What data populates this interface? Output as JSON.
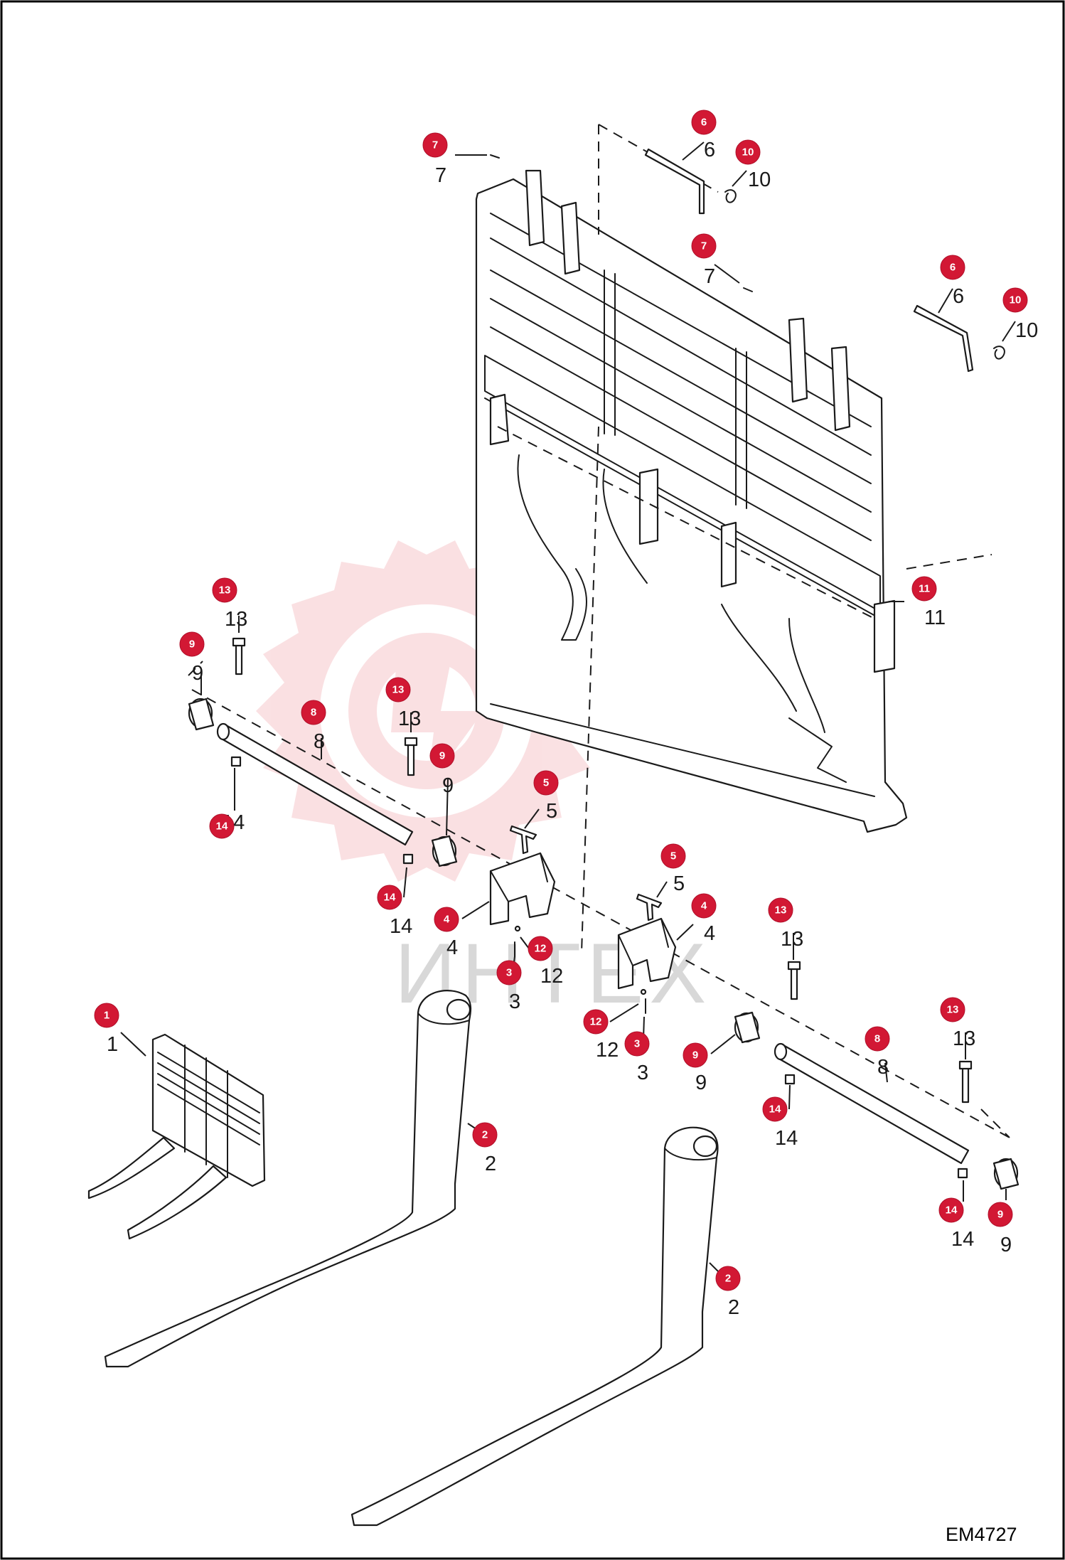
{
  "diagram": {
    "code": "EM4727",
    "watermark": "ИНТЕХ",
    "colors": {
      "callout": "#d21834",
      "line": "#1a1a1a",
      "watermark": "#f6c8cc"
    },
    "callouts": [
      {
        "label": "7",
        "num": "7"
      },
      {
        "label": "6",
        "num": "6"
      },
      {
        "label": "10",
        "num": "10"
      },
      {
        "label": "7",
        "num": "7"
      },
      {
        "label": "6",
        "num": "6"
      },
      {
        "label": "10",
        "num": "10"
      },
      {
        "label": "11",
        "num": "11"
      },
      {
        "label": "13",
        "num": "13"
      },
      {
        "label": "9",
        "num": "9"
      },
      {
        "label": "8",
        "num": "8"
      },
      {
        "label": "13",
        "num": "13"
      },
      {
        "label": "14",
        "num": "14"
      },
      {
        "label": "9",
        "num": "9"
      },
      {
        "label": "5",
        "num": "5"
      },
      {
        "label": "14",
        "num": "14"
      },
      {
        "label": "4",
        "num": "4"
      },
      {
        "label": "12",
        "num": "12"
      },
      {
        "label": "3",
        "num": "3"
      },
      {
        "label": "5",
        "num": "5"
      },
      {
        "label": "4",
        "num": "4"
      },
      {
        "label": "13",
        "num": "13"
      },
      {
        "label": "12",
        "num": "12"
      },
      {
        "label": "3",
        "num": "3"
      },
      {
        "label": "9",
        "num": "9"
      },
      {
        "label": "8",
        "num": "8"
      },
      {
        "label": "13",
        "num": "13"
      },
      {
        "label": "14",
        "num": "14"
      },
      {
        "label": "1",
        "num": "1"
      },
      {
        "label": "2",
        "num": "2"
      },
      {
        "label": "2",
        "num": "2"
      },
      {
        "label": "14",
        "num": "14"
      },
      {
        "label": "9",
        "num": "9"
      }
    ]
  }
}
